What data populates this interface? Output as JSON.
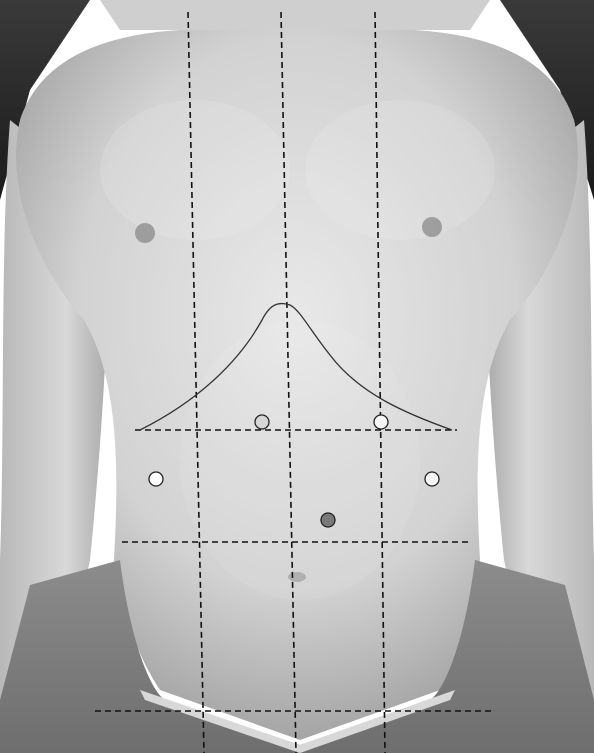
{
  "image": {
    "subject": "anterior-torso-with-abdominal-regions",
    "colors": {
      "background_dark": "#2a2a2a",
      "skin_light": "#e4e4e4",
      "skin_mid": "#c4c4c4",
      "skin_shadow": "#8f8f8f",
      "guide_line": "#111111",
      "port_marker_light": "#f6f6f6",
      "port_marker_shaded": "#d6d6d6",
      "port_marker_dark": "#7a7a7a",
      "nipple": "#8a8a8a"
    },
    "guide_lines": {
      "vertical": [
        "left-midclavicular",
        "midline",
        "right-midclavicular"
      ],
      "horizontal": [
        "subcostal",
        "transtubercular",
        "inguinal"
      ]
    },
    "costal_margin_curve": true,
    "port_markers": [
      {
        "label": "port-marker-upper-left",
        "fill": "shaded"
      },
      {
        "label": "port-marker-upper-right",
        "fill": "light"
      },
      {
        "label": "port-marker-lateral-left",
        "fill": "light"
      },
      {
        "label": "port-marker-lateral-right",
        "fill": "light"
      },
      {
        "label": "port-marker-umbilical-right",
        "fill": "dark"
      }
    ]
  }
}
